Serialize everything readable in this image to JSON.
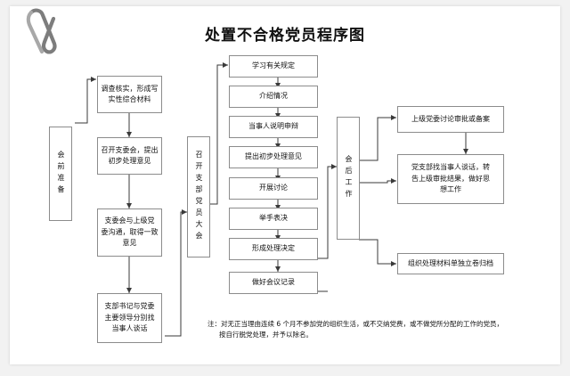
{
  "document": {
    "title": "处置不合格党员程序图",
    "decoration": "paperclip-icon"
  },
  "chart_data": {
    "type": "diagram",
    "title": "处置不合格党员程序图",
    "nodes": [
      {
        "id": "stage_pre",
        "label": "会前准备",
        "orientation": "vertical"
      },
      {
        "id": "n1",
        "label": "调查核实，形成写实性综合材料",
        "orientation": "horizontal"
      },
      {
        "id": "n2",
        "label": "召开支委会，提出初步处理意见",
        "orientation": "horizontal"
      },
      {
        "id": "n3",
        "label": "支委会与上级党委沟通，取得一致意见",
        "orientation": "horizontal"
      },
      {
        "id": "n4",
        "label": "支部书记与党委主要领导分别找当事人谈话",
        "orientation": "horizontal"
      },
      {
        "id": "stage_meet",
        "label": "召开支部党员大会",
        "orientation": "vertical"
      },
      {
        "id": "m1",
        "label": "学习有关规定",
        "orientation": "horizontal"
      },
      {
        "id": "m2",
        "label": "介绍情况",
        "orientation": "horizontal"
      },
      {
        "id": "m3",
        "label": "当事人说明申辩",
        "orientation": "horizontal"
      },
      {
        "id": "m4",
        "label": "提出初步处理意见",
        "orientation": "horizontal"
      },
      {
        "id": "m5",
        "label": "开展讨论",
        "orientation": "horizontal"
      },
      {
        "id": "m6",
        "label": "举手表决",
        "orientation": "horizontal"
      },
      {
        "id": "m7",
        "label": "形成处理决定",
        "orientation": "horizontal"
      },
      {
        "id": "m8",
        "label": "做好会议记录",
        "orientation": "horizontal"
      },
      {
        "id": "stage_post",
        "label": "会后工作",
        "orientation": "vertical"
      },
      {
        "id": "p1",
        "label": "上级党委讨论审批或备案",
        "orientation": "horizontal"
      },
      {
        "id": "p2",
        "label": "党支部找当事人谈话，转告上级审批结果，做好思想工作",
        "orientation": "horizontal"
      },
      {
        "id": "p3",
        "label": "组织处理材料单独立卷归档",
        "orientation": "horizontal"
      }
    ],
    "edges": [
      {
        "from": "stage_pre",
        "to": "n1"
      },
      {
        "from": "n1",
        "to": "n2"
      },
      {
        "from": "n2",
        "to": "n3"
      },
      {
        "from": "n3",
        "to": "n4"
      },
      {
        "from": "n4",
        "to": "stage_meet"
      },
      {
        "from": "stage_meet",
        "to": "m1"
      },
      {
        "from": "m1",
        "to": "m2"
      },
      {
        "from": "m2",
        "to": "m3"
      },
      {
        "from": "m3",
        "to": "m4"
      },
      {
        "from": "m4",
        "to": "m5"
      },
      {
        "from": "m5",
        "to": "m6"
      },
      {
        "from": "m6",
        "to": "m7"
      },
      {
        "from": "m7",
        "to": "m8"
      },
      {
        "from": "m7",
        "to": "stage_post"
      },
      {
        "from": "m8",
        "to": "stage_post"
      },
      {
        "from": "stage_post",
        "to": "p1"
      },
      {
        "from": "stage_post",
        "to": "p2"
      },
      {
        "from": "stage_post",
        "to": "p3"
      },
      {
        "from": "p1",
        "to": "p2"
      }
    ]
  },
  "boxes": {
    "stage_pre": "会前准备",
    "n1_line1": "调查核实，形成写",
    "n1_line2": "实性综合材料",
    "n2_line1": "召开支委会，提出",
    "n2_line2": "初步处理意见",
    "n3_line1": "支委会与上级党",
    "n3_line2": "委沟通，取得一致",
    "n3_line3": "意见",
    "n4_line1": "支部书记与党委",
    "n4_line2": "主要领导分别找",
    "n4_line3": "当事人谈话",
    "stage_meet": "召开支部党员大会",
    "m1": "学习有关规定",
    "m2": "介绍情况",
    "m3": "当事人说明申辩",
    "m4": "提出初步处理意见",
    "m5": "开展讨论",
    "m6": "举手表决",
    "m7": "形成处理决定",
    "m8": "做好会议记录",
    "stage_post": "会后工作",
    "p1": "上级党委讨论审批或备案",
    "p2_line1": "党支部找当事人谈话，转",
    "p2_line2": "告上级审批结果，做好思",
    "p2_line3": "想工作",
    "p3": "组织处理材料单独立卷归档"
  },
  "footnote": {
    "line1": "注：对无正当理由连续 6 个月不参加党的组织生活，或不交纳党费，或不做党所分配的工作的党员，",
    "line2": "按自行脱党处理，并予以除名。"
  }
}
